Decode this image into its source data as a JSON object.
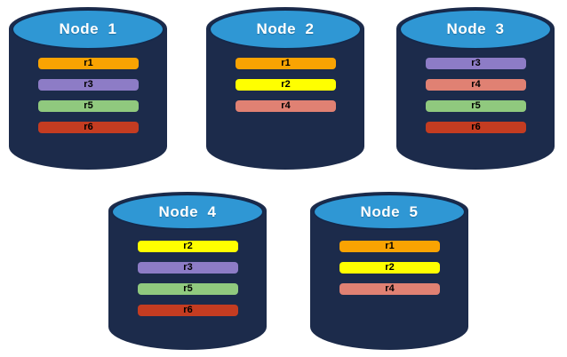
{
  "diagram": {
    "background": "#ffffff",
    "cylinder": {
      "body_color": "#1C2B4B",
      "top_color": "#2F97D4",
      "outline_color": "#15284A",
      "title_color": "#ffffff"
    },
    "replica_colors": {
      "r1": "#F9A302",
      "r2": "#FFFF00",
      "r3": "#8D7CC6",
      "r4": "#E08173",
      "r5": "#90C97E",
      "r6": "#C43C21"
    },
    "nodes": [
      {
        "title": "Node  1",
        "replicas": [
          {
            "label": "r1",
            "color": "r1"
          },
          {
            "label": "r3",
            "color": "r3"
          },
          {
            "label": "r5",
            "color": "r5"
          },
          {
            "label": "r6",
            "color": "r6"
          }
        ]
      },
      {
        "title": "Node  2",
        "replicas": [
          {
            "label": "r1",
            "color": "r1"
          },
          {
            "label": "r2",
            "color": "r2"
          },
          {
            "label": "r4",
            "color": "r4"
          }
        ]
      },
      {
        "title": "Node  3",
        "replicas": [
          {
            "label": "r3",
            "color": "r3"
          },
          {
            "label": "r4",
            "color": "r4"
          },
          {
            "label": "r5",
            "color": "r5"
          },
          {
            "label": "r6",
            "color": "r6"
          }
        ]
      },
      {
        "title": "Node  4",
        "replicas": [
          {
            "label": "r2",
            "color": "r2"
          },
          {
            "label": "r3",
            "color": "r3"
          },
          {
            "label": "r5",
            "color": "r5"
          },
          {
            "label": "r6",
            "color": "r6"
          }
        ]
      },
      {
        "title": "Node  5",
        "replicas": [
          {
            "label": "r1",
            "color": "r1"
          },
          {
            "label": "r2",
            "color": "r2"
          },
          {
            "label": "r4",
            "color": "r4"
          }
        ]
      }
    ]
  }
}
